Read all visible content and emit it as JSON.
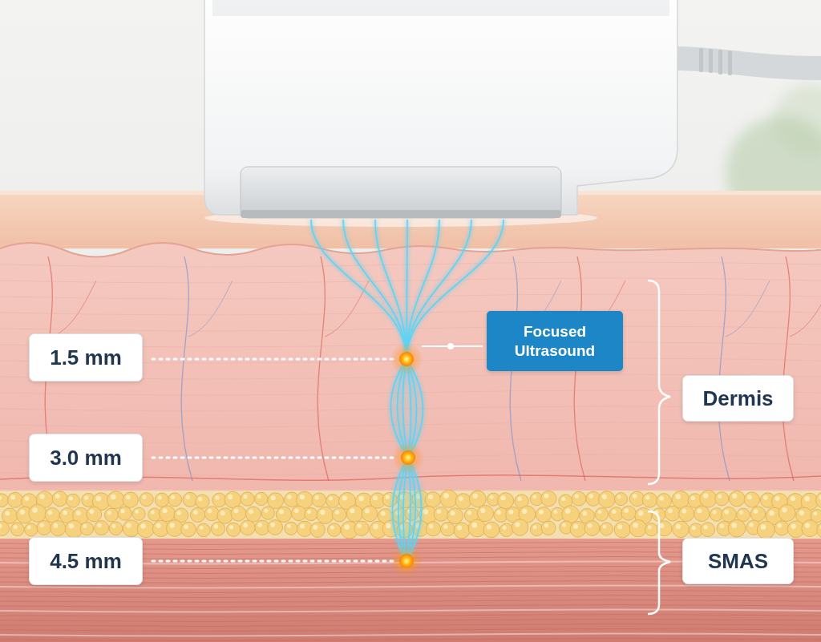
{
  "diagram": {
    "nodes": [
      {
        "text": [
          "Focused Ultrasound"
        ]
      },
      {
        "text": [
          "1.5 mm"
        ]
      },
      {
        "text": [
          "Dermis"
        ]
      },
      {
        "text": [
          "3.0 mm"
        ]
      },
      {
        "text": [
          "SMAS"
        ]
      },
      {
        "text": [
          "4.5 mm"
        ]
      }
    ]
  }
}
